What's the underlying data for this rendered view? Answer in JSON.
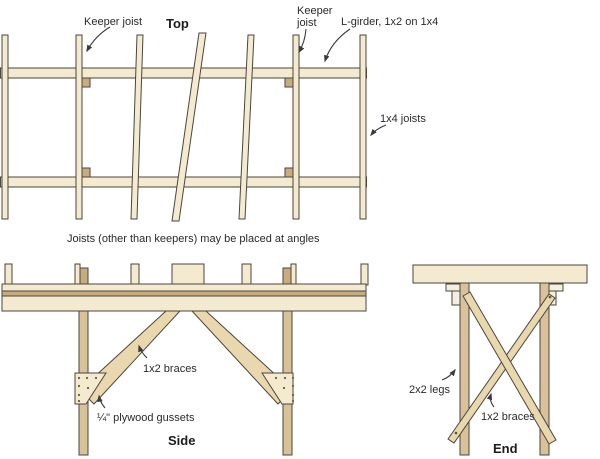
{
  "palette": {
    "wood_light": "#f3ead0",
    "wood_pale": "#f5efdf",
    "wood_mid": "#e9d7ae",
    "wood_dark": "#d9c199",
    "wood_cleat": "#c9ac7e",
    "outline": "#4b463e",
    "text": "#2a2a2a"
  },
  "top_view": {
    "title": "Top",
    "labels": {
      "keeper_joist_left": "Keeper joist",
      "keeper_joist_right_line1": "Keeper",
      "keeper_joist_right_line2": "joist",
      "l_girder": "L-girder, 1x2 on 1x4",
      "joists": "1x4 joists"
    }
  },
  "caption": "Joists (other than keepers) may be placed at angles",
  "side_view": {
    "title": "Side",
    "labels": {
      "braces": "1x2 braces",
      "gussets": "¼\" plywood gussets"
    }
  },
  "end_view": {
    "title": "End",
    "labels": {
      "legs": "2x2 legs",
      "braces": "1x2 braces"
    }
  }
}
